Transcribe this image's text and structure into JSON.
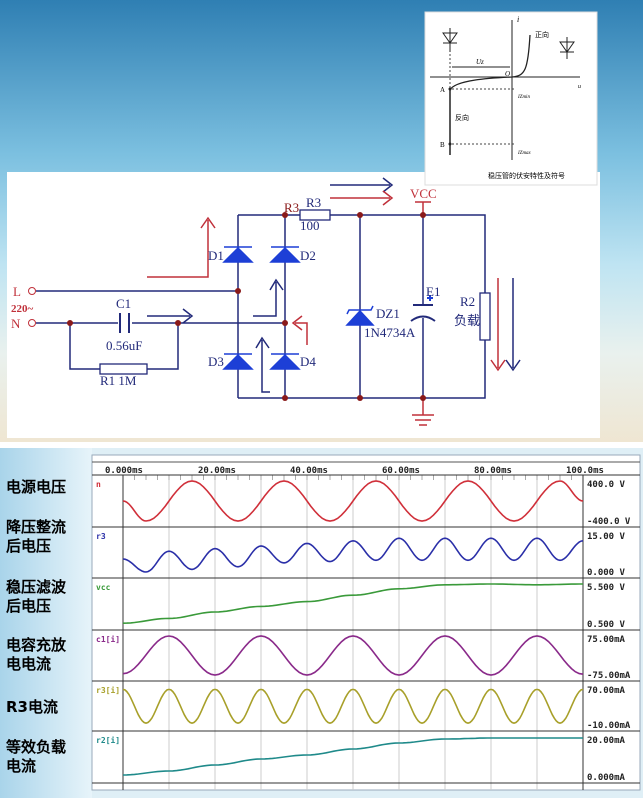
{
  "inset": {
    "axis_i": "i",
    "axis_u": "u",
    "origin": "O",
    "uz": "Uz",
    "forward": "正向",
    "reverse": "反向",
    "point_a": "A",
    "point_b": "B",
    "izmin": "IZmin",
    "izmax": "IZmax",
    "caption": "稳压管的伏安特性及符号"
  },
  "circuit": {
    "L": "L",
    "N": "N",
    "mains": "220~",
    "C1": "C1",
    "C1_value": "0.56uF",
    "R1": "R1 1M",
    "R3_node": "R3",
    "R3": "R3",
    "R3_value": "100",
    "D1": "D1",
    "D2": "D2",
    "D3": "D3",
    "D4": "D4",
    "DZ1": "DZ1",
    "DZ1_part": "1N4734A",
    "E1": "E1",
    "VCC": "VCC",
    "R2": "R2",
    "R2_desc": "负载"
  },
  "row_labels": [
    [
      "电源电压"
    ],
    [
      "降压整流",
      "后电压"
    ],
    [
      "稳压滤波",
      "后电压"
    ],
    [
      "电容充放",
      "电电流"
    ],
    [
      "R3电流"
    ],
    [
      "等效负载",
      "电流"
    ]
  ],
  "chart_data": {
    "type": "line",
    "x_ticks": [
      "0.000ms",
      "20.00ms",
      "40.00ms",
      "60.00ms",
      "80.00ms",
      "100.0ms"
    ],
    "xlim": [
      0,
      100
    ],
    "grid": true,
    "panels": [
      {
        "name": "n",
        "color": "#d0303a",
        "max_label": "400.0 V",
        "min_label": "-400.0 V",
        "ylim": [
          -400,
          400
        ],
        "points": [
          [
            0,
            0
          ],
          [
            5,
            -400
          ],
          [
            15,
            400
          ],
          [
            25,
            -400
          ],
          [
            35,
            400
          ],
          [
            45,
            -400
          ],
          [
            55,
            400
          ],
          [
            65,
            -400
          ],
          [
            75,
            400
          ],
          [
            85,
            -400
          ],
          [
            95,
            400
          ],
          [
            100,
            0
          ]
        ]
      },
      {
        "name": "r3",
        "color": "#2a2fa8",
        "max_label": "15.00 V",
        "min_label": "0.000 V",
        "ylim": [
          0,
          15
        ],
        "points": [
          [
            0,
            5
          ],
          [
            5,
            0
          ],
          [
            10,
            8
          ],
          [
            15,
            1
          ],
          [
            20,
            9
          ],
          [
            25,
            2
          ],
          [
            30,
            10
          ],
          [
            35,
            3.5
          ],
          [
            40,
            11
          ],
          [
            45,
            4
          ],
          [
            50,
            12
          ],
          [
            55,
            4.5
          ],
          [
            60,
            13
          ],
          [
            65,
            4.5
          ],
          [
            70,
            13
          ],
          [
            75,
            4.5
          ],
          [
            80,
            13
          ],
          [
            85,
            4.5
          ],
          [
            90,
            13
          ],
          [
            95,
            4.5
          ],
          [
            100,
            12
          ]
        ]
      },
      {
        "name": "vcc",
        "color": "#3a9a3a",
        "max_label": "5.500 V",
        "min_label": "0.500 V",
        "ylim": [
          0.5,
          5.5
        ],
        "points": [
          [
            0,
            0.6
          ],
          [
            10,
            1.2
          ],
          [
            20,
            2
          ],
          [
            30,
            2.7
          ],
          [
            40,
            3.3
          ],
          [
            50,
            4.1
          ],
          [
            60,
            4.9
          ],
          [
            70,
            5.4
          ],
          [
            80,
            5.5
          ],
          [
            90,
            5.4
          ],
          [
            100,
            5.5
          ]
        ]
      },
      {
        "name": "c1[i]",
        "color": "#8a2a8a",
        "max_label": "75.00mA",
        "min_label": "-75.00mA",
        "ylim": [
          -75,
          75
        ],
        "points": [
          [
            0,
            -70
          ],
          [
            10,
            75
          ],
          [
            20,
            -75
          ],
          [
            30,
            75
          ],
          [
            40,
            -75
          ],
          [
            50,
            75
          ],
          [
            60,
            -75
          ],
          [
            70,
            75
          ],
          [
            80,
            -75
          ],
          [
            90,
            75
          ],
          [
            100,
            -72
          ]
        ]
      },
      {
        "name": "r3[i]",
        "color": "#a8a02a",
        "max_label": "70.00mA",
        "min_label": "-10.00mA",
        "ylim": [
          -10,
          70
        ],
        "points": [
          [
            0,
            65
          ],
          [
            5,
            -6
          ],
          [
            10,
            65
          ],
          [
            15,
            -6
          ],
          [
            20,
            65
          ],
          [
            25,
            -6
          ],
          [
            30,
            65
          ],
          [
            35,
            -6
          ],
          [
            40,
            65
          ],
          [
            45,
            -6
          ],
          [
            50,
            65
          ],
          [
            55,
            -6
          ],
          [
            60,
            65
          ],
          [
            65,
            -6
          ],
          [
            70,
            65
          ],
          [
            75,
            -6
          ],
          [
            80,
            65
          ],
          [
            85,
            -6
          ],
          [
            90,
            65
          ],
          [
            95,
            -6
          ],
          [
            100,
            65
          ]
        ]
      },
      {
        "name": "r2[i]",
        "color": "#1f8a8a",
        "max_label": "20.00mA",
        "min_label": "0.000mA",
        "ylim": [
          0,
          20
        ],
        "points": [
          [
            0,
            1
          ],
          [
            10,
            3
          ],
          [
            20,
            6
          ],
          [
            30,
            9
          ],
          [
            40,
            11
          ],
          [
            50,
            14
          ],
          [
            60,
            17
          ],
          [
            70,
            19
          ],
          [
            80,
            19.5
          ],
          [
            90,
            19.5
          ],
          [
            100,
            19.5
          ]
        ]
      }
    ]
  }
}
